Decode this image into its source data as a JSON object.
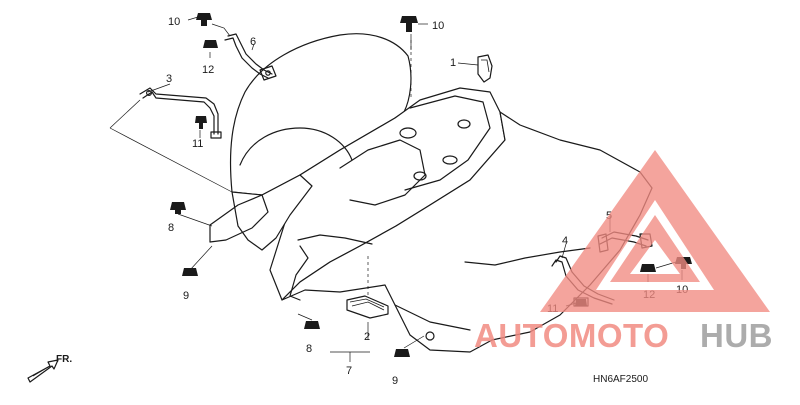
{
  "diagram": {
    "callouts": {
      "c1": "1",
      "c2": "2",
      "c3": "3",
      "c4": "4",
      "c5": "5",
      "c6": "6",
      "c7": "7",
      "c8a": "8",
      "c8b": "8",
      "c9a": "9",
      "c9b": "9",
      "c10a": "10",
      "c10b": "10",
      "c10c": "10",
      "c11a": "11",
      "c11b": "11",
      "c12a": "12",
      "c12b": "12"
    },
    "direction_label": "FR.",
    "diagram_code": "HN6AF2500"
  },
  "watermark": {
    "brand_part1": "AUTOMOTO",
    "brand_part2": "HUB",
    "color_primary": "#f28b82",
    "color_secondary": "#9e9e9e"
  }
}
